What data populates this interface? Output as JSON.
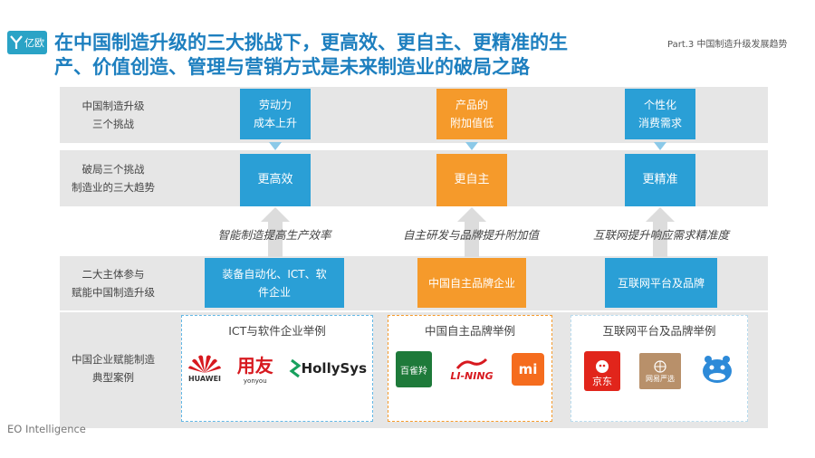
{
  "header": {
    "logo_text": "亿欧",
    "title_line1": "在中国制造升级的三大挑战下，更高效、更自主、更精准的生",
    "title_line2": "产、价值创造、管理与营销方式是未来制造业的破局之路",
    "part_label": "Part.3 中国制造升级发展趋势"
  },
  "rows": {
    "challenges_label_1": "中国制造升级",
    "challenges_label_2": "三个挑战",
    "trends_label_1": "破局三个挑战",
    "trends_label_2": "制造业的三大趋势",
    "subjects_label_1": "二大主体参与",
    "subjects_label_2": "赋能中国制造升级",
    "cases_label_1": "中国企业赋能制造",
    "cases_label_2": "典型案例"
  },
  "challenges": [
    {
      "line1": "劳动力",
      "line2": "成本上升"
    },
    {
      "line1": "产品的",
      "line2": "附加值低"
    },
    {
      "line1": "个性化",
      "line2": "消费需求"
    }
  ],
  "trends": [
    "更高效",
    "更自主",
    "更精准"
  ],
  "diagonal_labels": [
    "智能制造提高生产效率",
    "自主研发与品牌提升附加值",
    "互联网提升响应需求精准度"
  ],
  "subjects": [
    {
      "line1": "装备自动化、ICT、软",
      "line2": "件企业"
    },
    {
      "line1": "中国自主品牌企业",
      "line2": ""
    },
    {
      "line1": "互联网平台及品牌",
      "line2": ""
    }
  ],
  "cases": [
    {
      "title": "ICT与软件企业举例",
      "brands": [
        "HUAWEI",
        "用友",
        "yonyou",
        "HollySys"
      ]
    },
    {
      "title": "中国自主品牌举例",
      "brands": [
        "百雀羚",
        "LI-NING",
        "mi"
      ]
    },
    {
      "title": "互联网平台及品牌举例",
      "brands": [
        "京东",
        "网易严选"
      ]
    }
  ],
  "footer": "EO Intelligence",
  "colors": {
    "blue": "#2a9fd6",
    "orange": "#f59a2b",
    "title": "#1d7fbf",
    "row_bg": "#e6e6e6"
  }
}
